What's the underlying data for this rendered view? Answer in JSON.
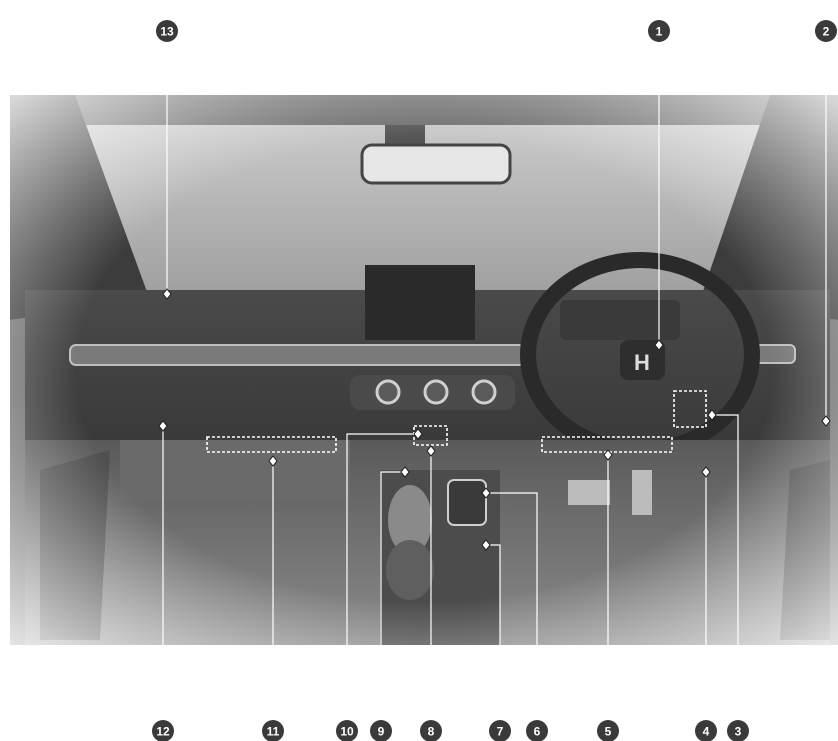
{
  "figure": {
    "description_label": "",
    "callouts": [
      {
        "number": "1"
      },
      {
        "number": "2"
      },
      {
        "number": "3"
      },
      {
        "number": "4"
      },
      {
        "number": "5"
      },
      {
        "number": "6"
      },
      {
        "number": "7"
      },
      {
        "number": "8"
      },
      {
        "number": "9"
      },
      {
        "number": "10"
      },
      {
        "number": "11"
      },
      {
        "number": "12"
      },
      {
        "number": "13"
      }
    ],
    "colors": {
      "badge": "#3a3a3a",
      "badge_text": "#ffffff",
      "leader": "#ffffff",
      "photo_dark": "#2e2e2e",
      "photo_light": "#cfcfcf"
    }
  }
}
